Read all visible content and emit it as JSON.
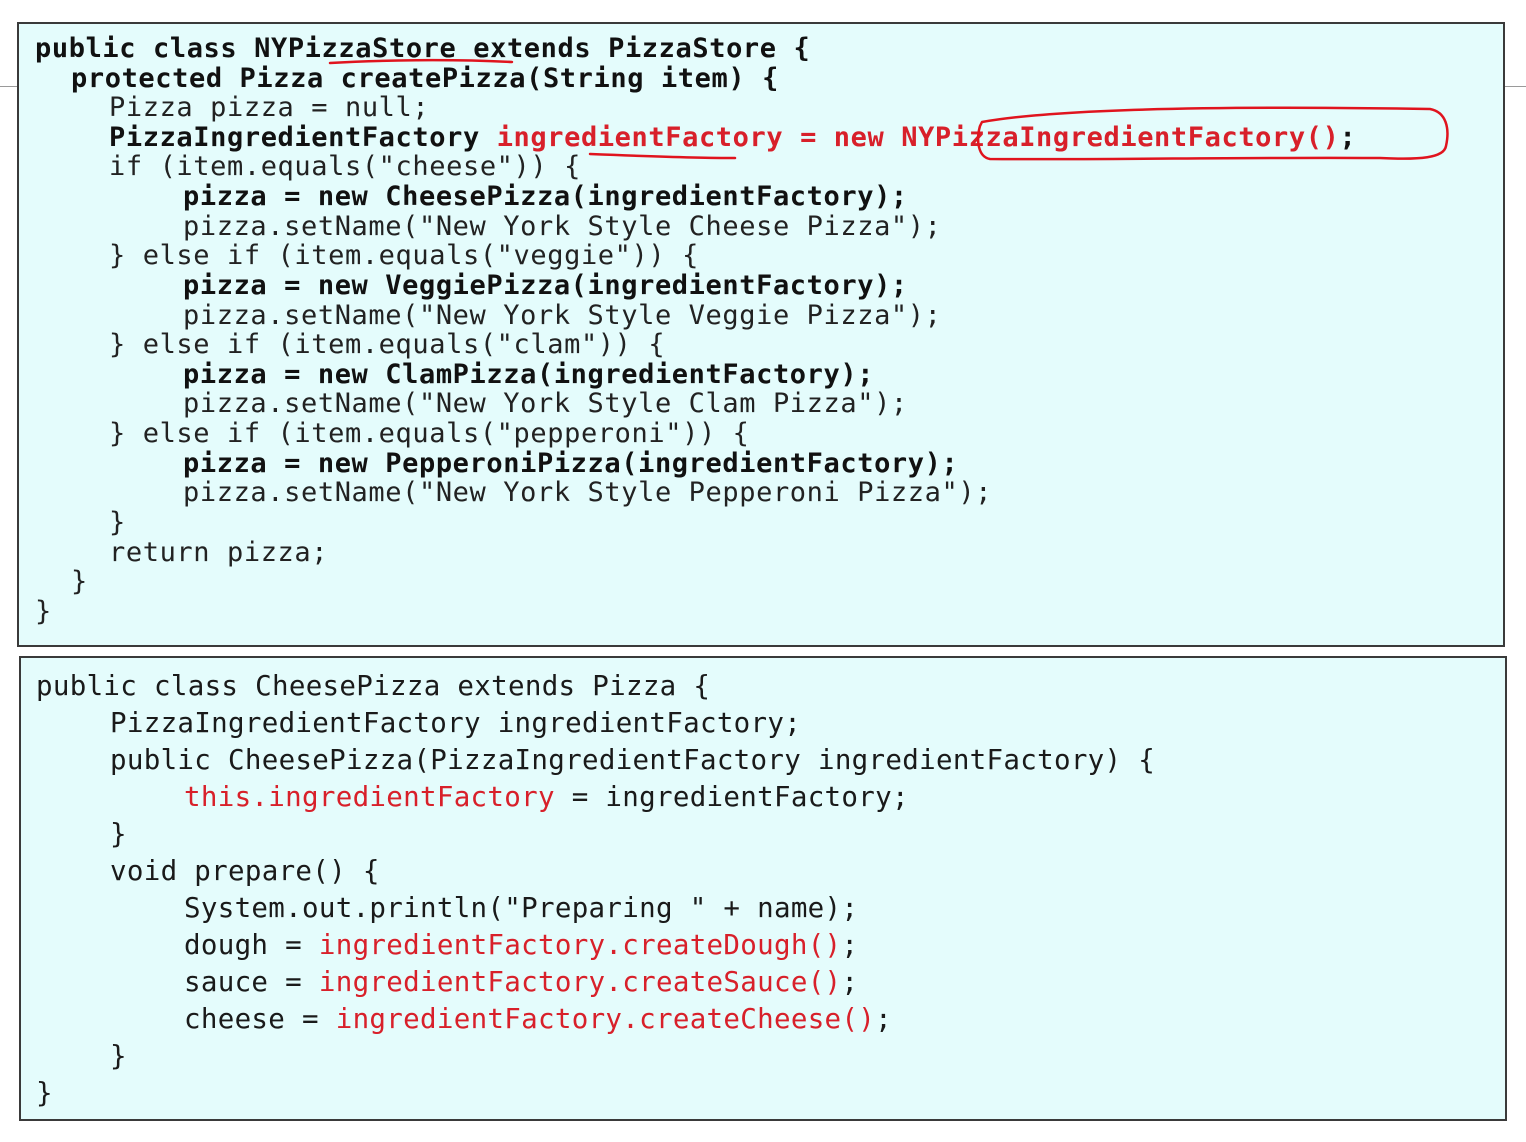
{
  "colors": {
    "box_background": "#e4fcfc",
    "box_border": "#3a3a3a",
    "code_text": "#111111",
    "highlight_red": "#d8202a",
    "annotation_ink": "#e0141e"
  },
  "ny_store_code": {
    "line_01": "public class NYPizzaStore extends PizzaStore {",
    "line_02": "protected Pizza createPizza(String item) {",
    "line_03": "Pizza pizza = null;",
    "line_04_a": "PizzaIngredientFactory ",
    "line_04_b": "ingredientFactory = new NYPizzaIngredientFactory()",
    "line_04_c": ";",
    "line_05": "if (item.equals(\"cheese\")) {",
    "line_06": "pizza = new CheesePizza(ingredientFactory);",
    "line_07": "pizza.setName(\"New York Style Cheese Pizza\");",
    "line_08": "} else if (item.equals(\"veggie\")) {",
    "line_09": "pizza = new VeggiePizza(ingredientFactory);",
    "line_10": "pizza.setName(\"New York Style Veggie Pizza\");",
    "line_11": "} else if (item.equals(\"clam\")) {",
    "line_12": "pizza = new ClamPizza(ingredientFactory);",
    "line_13": "pizza.setName(\"New York Style Clam Pizza\");",
    "line_14": "} else if (item.equals(\"pepperoni\")) {",
    "line_15": "pizza = new PepperoniPizza(ingredientFactory);",
    "line_16": "pizza.setName(\"New York Style Pepperoni Pizza\");",
    "line_17": "}",
    "line_18": "return pizza;",
    "line_19": "}",
    "line_20": "}"
  },
  "cheese_pizza_code": {
    "line_01": "public class CheesePizza extends Pizza {",
    "line_02": "PizzaIngredientFactory ingredientFactory;",
    "line_03": "public CheesePizza(PizzaIngredientFactory ingredientFactory) {",
    "line_04_a": "this.ingredientFactory",
    "line_04_b": " = ingredientFactory;",
    "line_05": "}",
    "line_06": "void prepare() {",
    "line_07": "System.out.println(\"Preparing \" + name);",
    "line_08_a": "dough = ",
    "line_08_b": "ingredientFactory.createDough()",
    "line_08_c": ";",
    "line_09_a": "sauce = ",
    "line_09_b": "ingredientFactory.createSauce()",
    "line_09_c": ";",
    "line_10_a": "cheese = ",
    "line_10_b": "ingredientFactory.createCheese()",
    "line_10_c": ";",
    "line_11": "}",
    "line_12": "}"
  }
}
